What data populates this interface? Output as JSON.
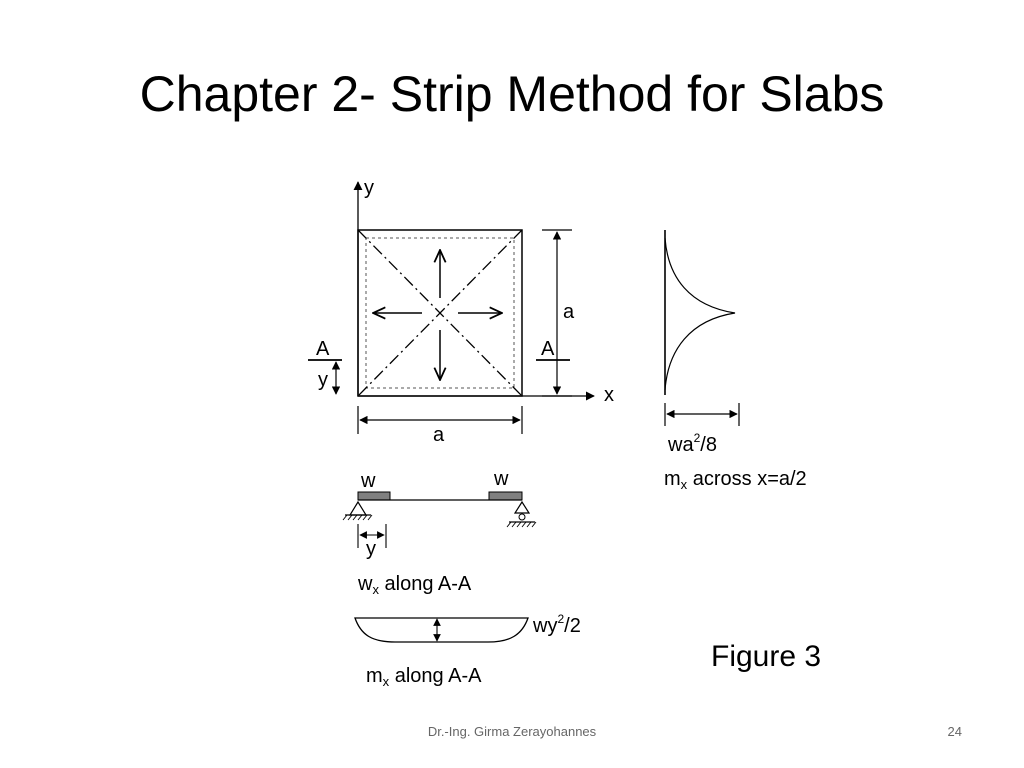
{
  "slide": {
    "title": "Chapter 2- Strip Method for Slabs",
    "footer_author": "Dr.-Ing. Girma Zerayohannes",
    "page_number": "24"
  },
  "figure": {
    "axis_y": "y",
    "axis_x": "x",
    "dim_a_side": "a",
    "dim_a_bottom": "a",
    "section_left": "A",
    "section_right": "A",
    "dim_y_left": "y",
    "moment_label": "wa",
    "moment_sup": "2",
    "moment_suffix": "/8",
    "mx_across_main": "m",
    "mx_across_sub": "x",
    "mx_across_rest": " across x=a/2",
    "load_w_left": "w",
    "load_w_right": "w",
    "dim_y_beam": "y",
    "wx_main": "w",
    "wx_sub": "x",
    "wx_rest": " along A-A",
    "edge_moment_label": "wy",
    "edge_moment_sup": "2",
    "edge_moment_suffix": "/2",
    "mx_along_main": "m",
    "mx_along_sub": "x",
    "mx_along_rest": " along A-A",
    "caption": "Figure 3"
  }
}
